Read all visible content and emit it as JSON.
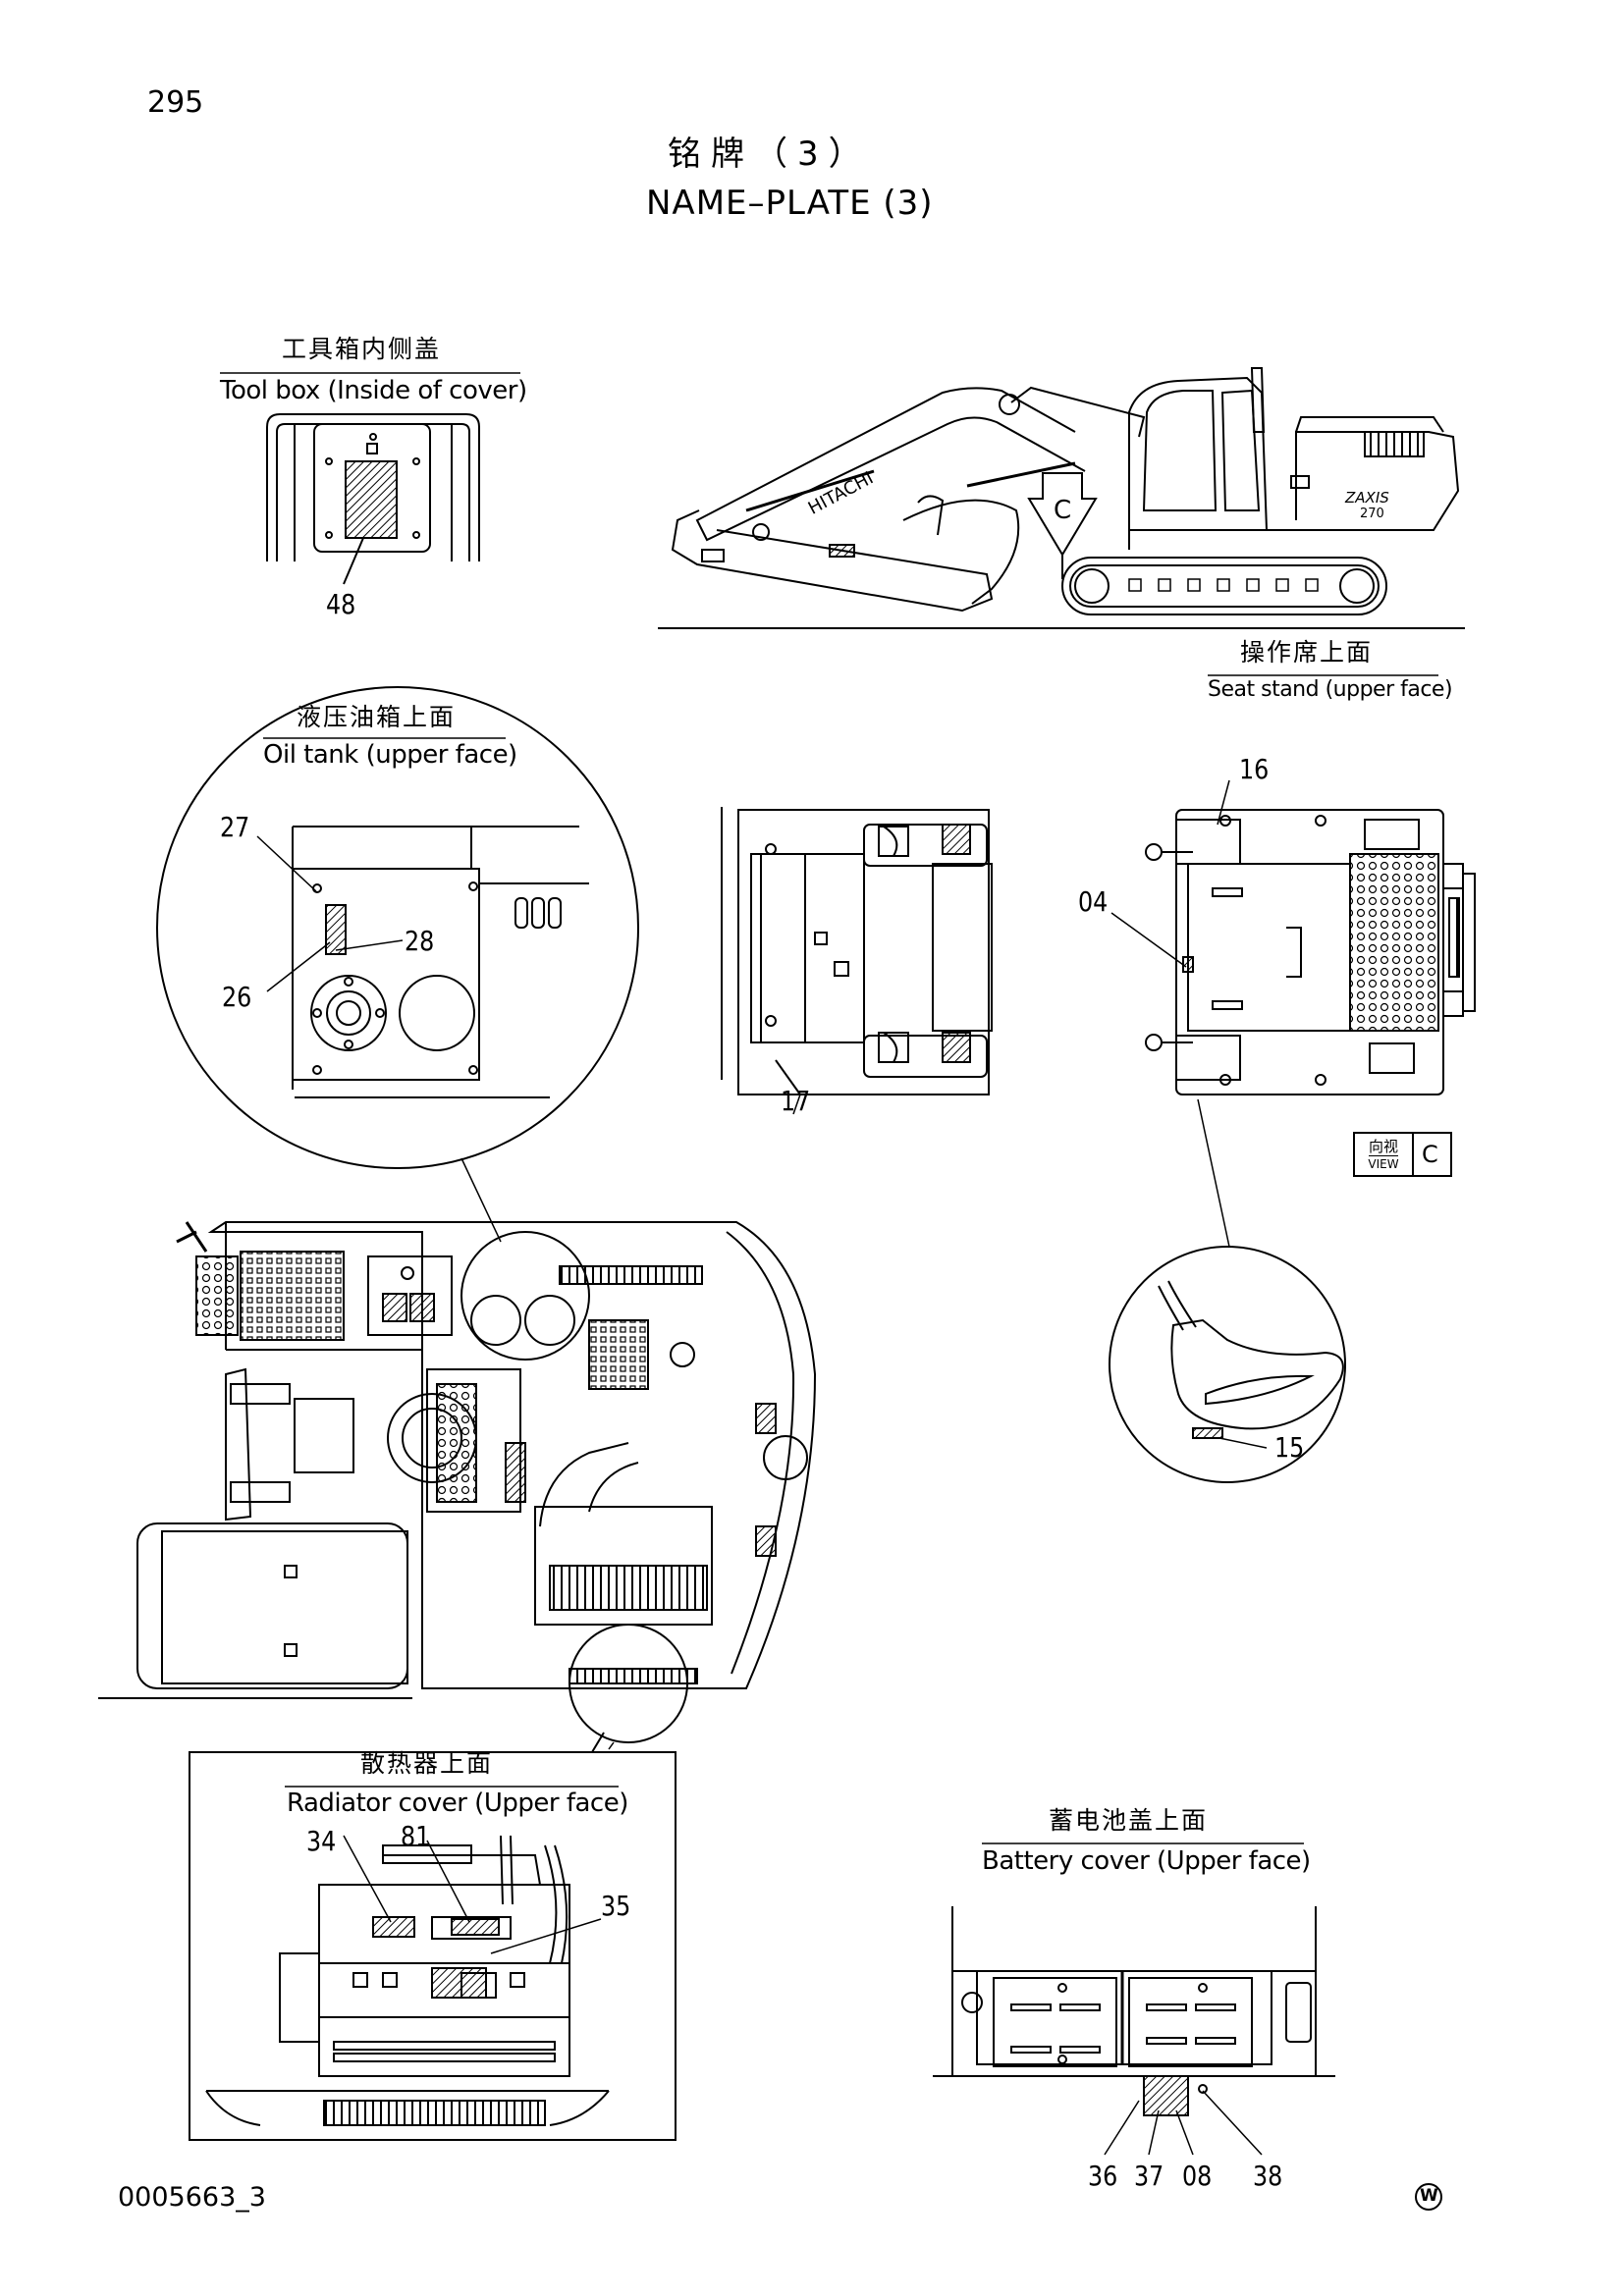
{
  "page_number": "295",
  "title_cn": "铭牌（3）",
  "title_en": "NAME–PLATE (3)",
  "views": {
    "toolbox": {
      "label_cn": "工具箱内侧盖",
      "label_en": "Tool box (Inside of cover)"
    },
    "seat": {
      "label_cn": "操作席上面",
      "label_en": "Seat stand (upper face)"
    },
    "oil_tank": {
      "label_cn": "液压油箱上面",
      "label_en": "Oil tank (upper face)"
    },
    "radiator": {
      "label_cn": "散热器上面",
      "label_en": "Radiator cover (Upper face)"
    },
    "battery": {
      "label_cn": "蓄电池盖上面",
      "label_en": "Battery cover (Upper face)"
    }
  },
  "machine": {
    "brand": "HITACHI",
    "model_line1": "ZAXIS",
    "model_line2": "270"
  },
  "view_marker": {
    "arrow_letter": "C",
    "tag_cn": "向视",
    "tag_en": "VIEW",
    "tag_letter": "C"
  },
  "callouts": {
    "c48": "48",
    "c16": "16",
    "c04": "04",
    "c27": "27",
    "c28": "28",
    "c26": "26",
    "c17": "17",
    "c15": "15",
    "c34": "34",
    "c81": "81",
    "c35": "35",
    "c36": "36",
    "c37": "37",
    "c08": "08",
    "c38": "38"
  },
  "footer": {
    "drawing_no": "0005663_3",
    "mark": "W"
  }
}
